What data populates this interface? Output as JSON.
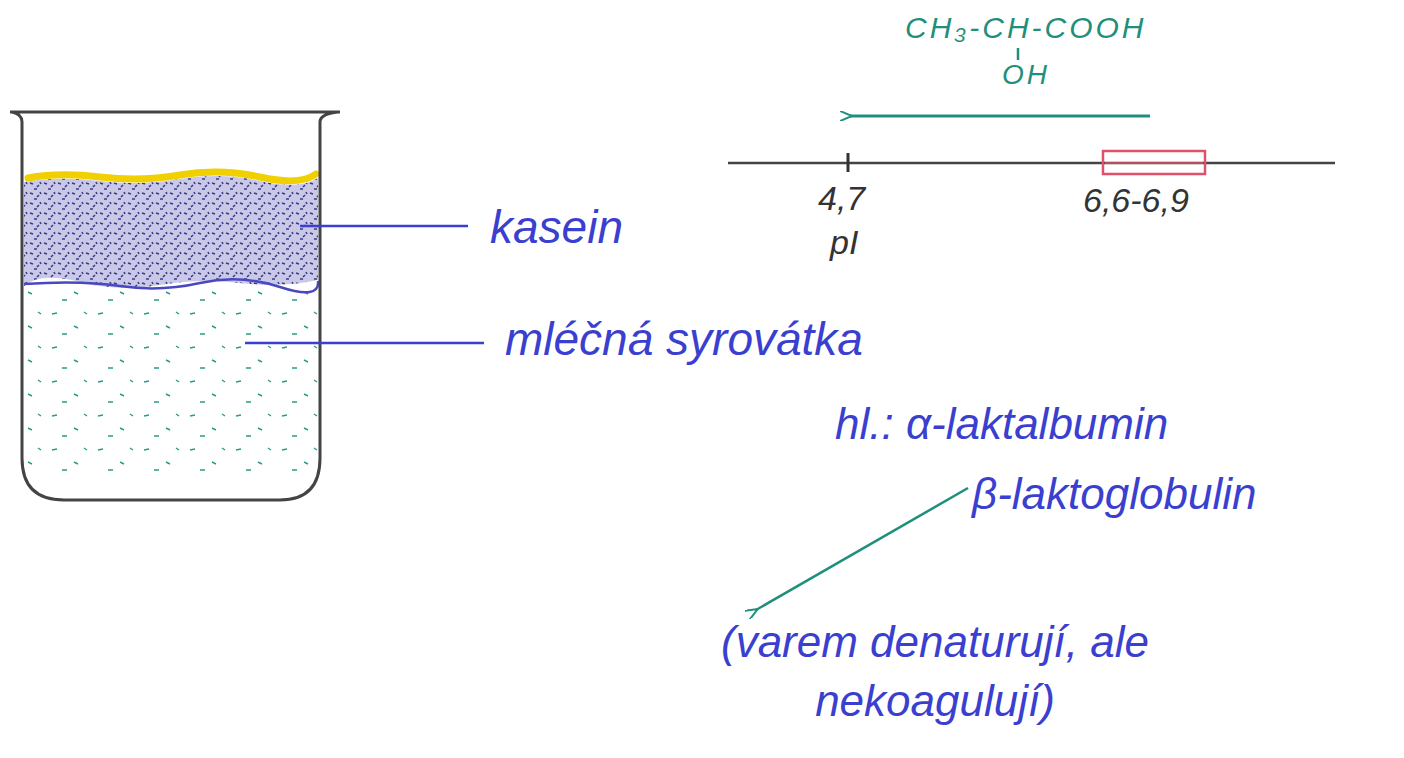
{
  "diagram": {
    "labels": [
      "kasein",
      "mléčná syrovátka",
      "CH₃-CH-COOH",
      "OH",
      "4,7",
      "pI",
      "6,6-6,9",
      "hl.: α-laktalbumin",
      "β-laktoglobulin",
      "(varem denaturují, ale nekoagulují)"
    ]
  }
}
